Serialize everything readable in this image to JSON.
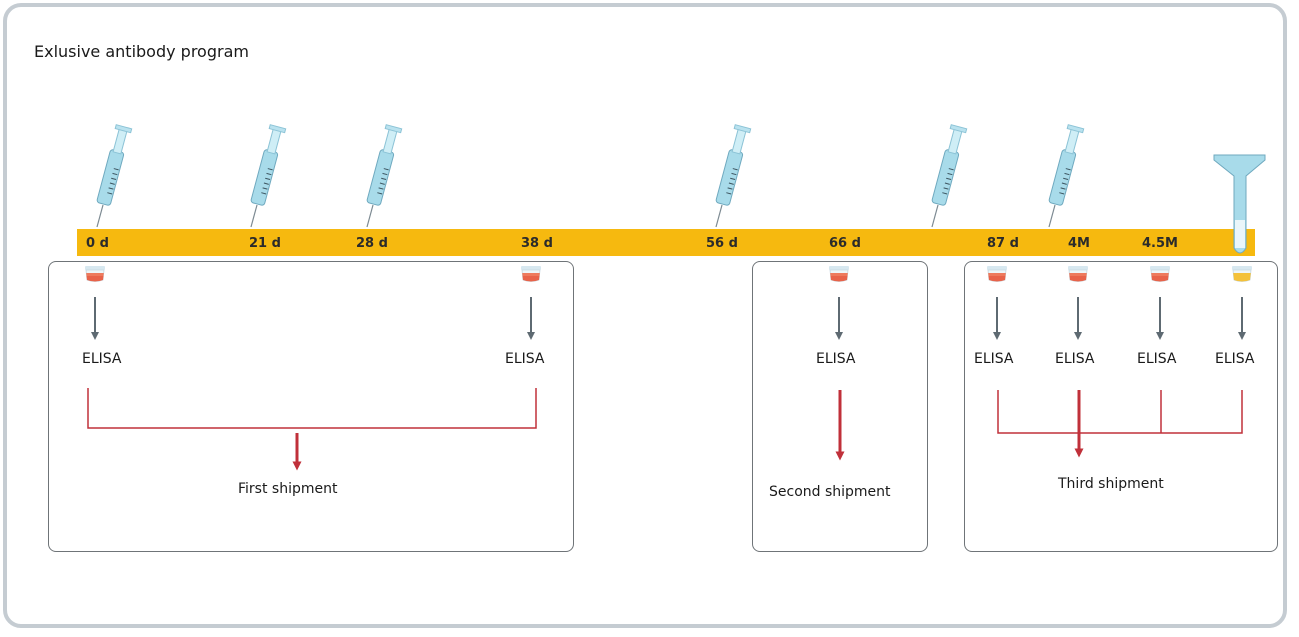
{
  "title": "Exlusive antibody program",
  "timeline": {
    "labels": [
      "0 d",
      "21 d",
      "28 d",
      "38 d",
      "56 d",
      "66 d",
      "87 d",
      "4M",
      "4.5M"
    ]
  },
  "elisa_label": "ELISA",
  "shipments": {
    "first": "First shipment",
    "second": "Second shipment",
    "third": "Third shipment"
  },
  "colors": {
    "timeline": "#f6b90f",
    "sample_red": "#e8634a",
    "sample_yellow": "#f4c13a",
    "shipment_arrow": "#c0303a",
    "elisa_arrow": "#5e6a72",
    "syringe": "#9fd4e6"
  },
  "icons": {
    "syringe": "syringe-icon",
    "sample_cup": "sample-cup-icon",
    "funnel": "funnel-icon"
  }
}
